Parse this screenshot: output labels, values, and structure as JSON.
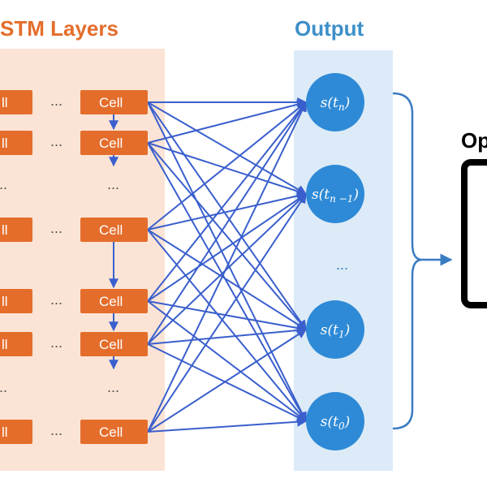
{
  "headers": {
    "lstm": "STM Layers",
    "output": "Output",
    "right": "Op"
  },
  "cell_label": "Cell",
  "cell_label_cut": "ll",
  "ellipsis": "...",
  "output_nodes": [
    {
      "base": "s(t",
      "sub": "n",
      "close": ")"
    },
    {
      "base": "s(t",
      "sub": "n −1",
      "close": ")"
    },
    {
      "base": "s(t",
      "sub": "1",
      "close": ")"
    },
    {
      "base": "s(t",
      "sub": "0",
      "close": ")"
    }
  ],
  "colors": {
    "cell_fill": "#e46d2b",
    "lstm_panel": "#fbe4d5",
    "output_panel": "#dcebf7",
    "node_fill": "#2e8ad6",
    "connection": "#3a5fcd",
    "bracket": "#3a7cc2"
  }
}
